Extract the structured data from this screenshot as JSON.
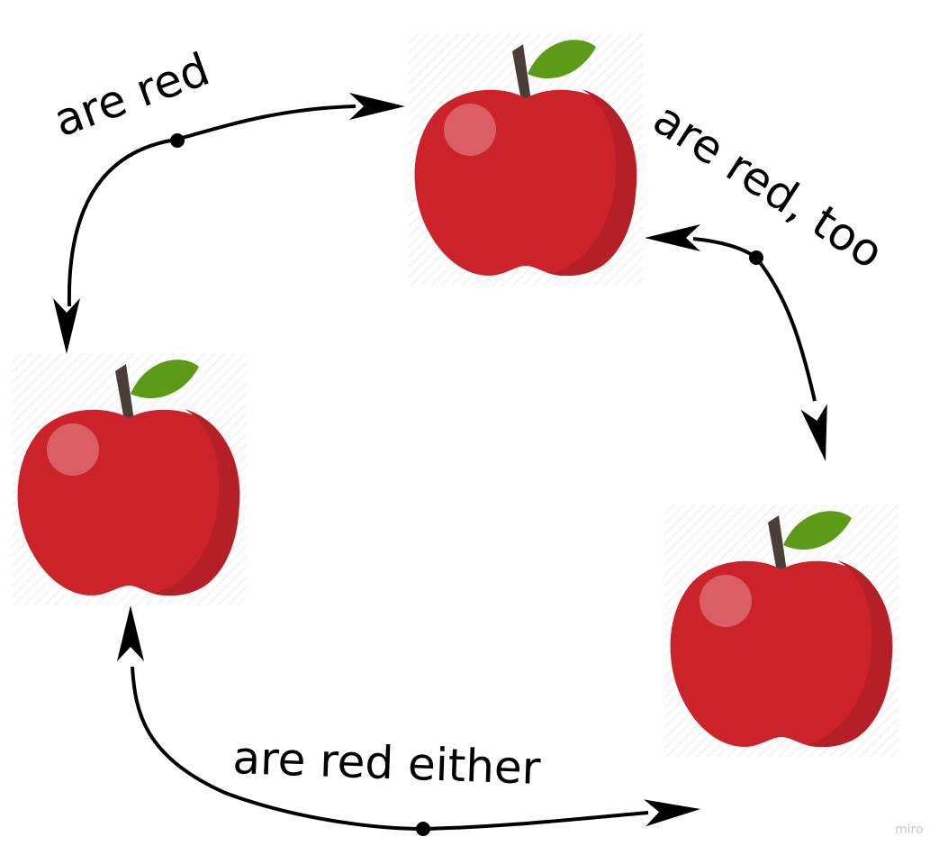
{
  "labels": {
    "top_left": "are red",
    "top_right": "are red, too",
    "bottom": "are red either"
  },
  "watermark": "miro",
  "colors": {
    "apple_red": "#cc2229",
    "apple_shade": "#b52027",
    "leaf": "#5c9a17",
    "stem": "#4a3f38",
    "arrow": "#000000"
  },
  "icons": {
    "apple": "apple-icon",
    "arrowhead": "arrowhead-icon"
  }
}
